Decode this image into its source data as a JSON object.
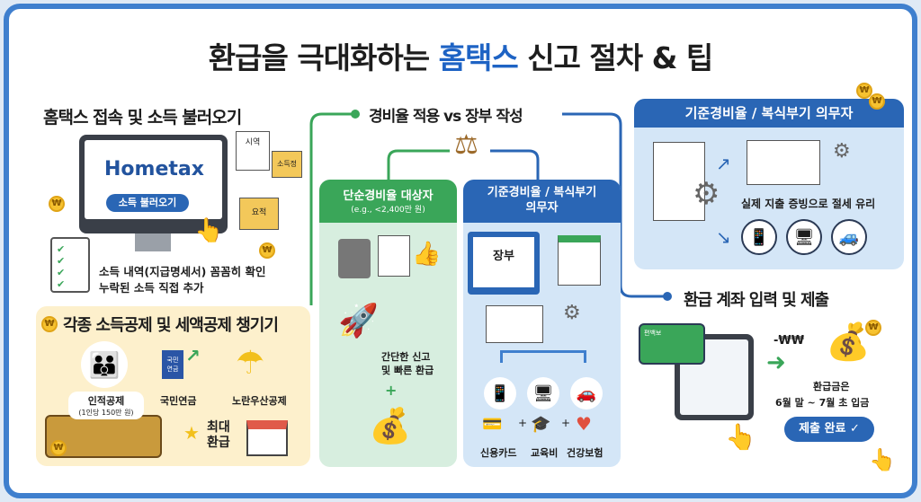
{
  "title": {
    "part1": "환급을 극대화하는 ",
    "highlight": "홈택스",
    "part2": " 신고 절차 & 팁"
  },
  "step1": {
    "heading": "홈택스 접속 및 소득 불러오기",
    "logo": "Hometax",
    "button": "소득 불러오기",
    "docs": [
      "시역",
      "소득정",
      "요적"
    ],
    "note_line1": "소득 내역(지급명세서) 꼼꼼히 확인",
    "note_line2": "누락된 소득 직접 추가"
  },
  "deductions": {
    "heading": "각종 소득공제 및 세액공제 챙기기",
    "items": [
      {
        "label": "인적공제",
        "sub": "(1인당 150만 원)"
      },
      {
        "label": "국민연금",
        "book": "국민\n연금"
      },
      {
        "label": "노란우산공제"
      }
    ],
    "max_refund": "최대\n환급"
  },
  "expense": {
    "heading": "경비율 적용 vs 장부 작성",
    "simple": {
      "title": "단순경비율 대상자",
      "sub": "(e.g., <2,400만 원)",
      "benefit": "간단한 신고\n및 빠른 환급",
      "plus": "+"
    },
    "standard": {
      "title": "기준경비율 / 복식부기\n의무자",
      "ledger": "장부",
      "items": [
        "신용카드",
        "교육비",
        "건강보험"
      ],
      "plus": "+"
    }
  },
  "standard_panel": {
    "heading": "기준경비율 / 복식부기 의무자",
    "caption": "실제 지출 증빙으로 절세 유리"
  },
  "submit": {
    "heading": "환급 계좌 입력 및 제출",
    "card_label": "편백보",
    "amount": "-₩₩",
    "refund_line1": "환급금은",
    "refund_line2": "6월 말 ~ 7월 초 입금",
    "button": "제출 완료"
  },
  "coin_symbol": "₩",
  "colors": {
    "frame": "#3f7fce",
    "green": "#3aa659",
    "blue": "#2a66b5",
    "cream": "#fdf0cc"
  }
}
